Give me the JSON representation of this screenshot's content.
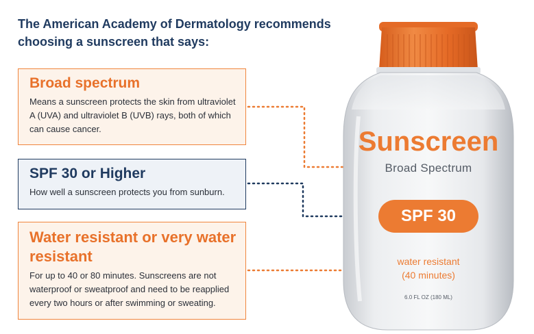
{
  "intro": "The American Academy of Dermatology recommends choosing a sunscreen that says:",
  "boxes": [
    {
      "title": "Broad spectrum",
      "body": "Means a sunscreen protects the skin from ultraviolet A (UVA) and ultraviolet B (UVB) rays, both of which can cause cancer."
    },
    {
      "title": "SPF 30 or Higher",
      "body": "How well a sunscreen protects you from sunburn."
    },
    {
      "title": "Water resistant or very water resistant",
      "body": "For up to 40 or 80 minutes. Sunscreens are not waterproof or sweatproof and need to be reapplied every two hours or after swimming or sweating."
    }
  ],
  "bottle": {
    "brand": "Sunscreen",
    "subtitle": "Broad Spectrum",
    "spf": "SPF 30",
    "water_line1": "water resistant",
    "water_line2": "(40 minutes)",
    "size": "6.0 FL OZ (180 ML)"
  },
  "colors": {
    "orange": "#ec7b32",
    "navy": "#1f3a5f",
    "cap": "#e46a26"
  }
}
